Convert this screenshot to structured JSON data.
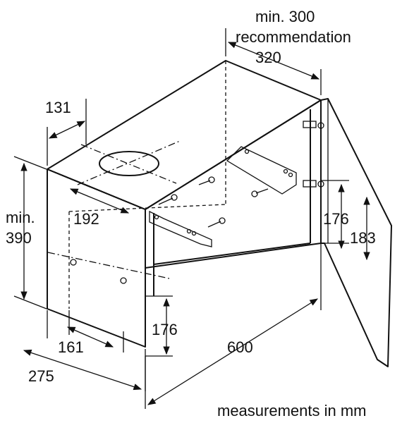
{
  "labels": {
    "min_300": "min. 300",
    "recommendation": "recommendation",
    "val_320": "320",
    "val_131": "131",
    "min_label": "min.",
    "val_390": "390",
    "val_192": "192",
    "val_176_right": "176",
    "val_183": "183",
    "val_176_bottom": "176",
    "val_161": "161",
    "val_600": "600",
    "val_275": "275",
    "measurements": "measurements in mm"
  }
}
